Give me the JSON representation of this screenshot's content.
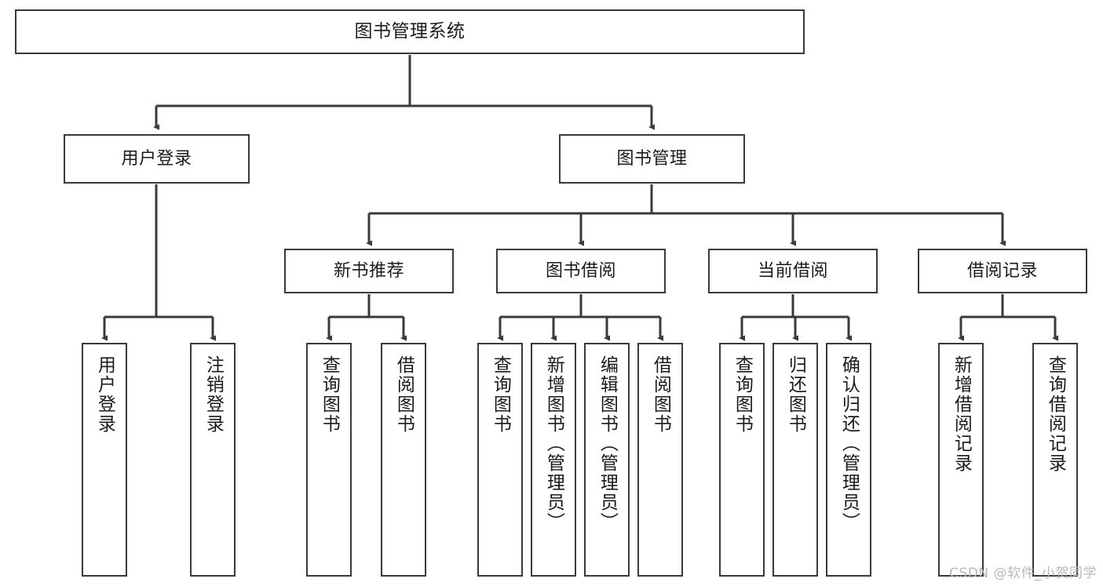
{
  "diagram": {
    "title": "图书管理系统",
    "type": "tree-hierarchy",
    "orientation": "top-down",
    "colors": {
      "box_border": "#3a3a3a",
      "box_fill": "#ffffff",
      "edge": "#3a3a3a",
      "text": "#1b1b1b",
      "watermark": "#b9b9b9",
      "background": "#ffffff"
    },
    "root": {
      "id": "root",
      "label": "图书管理系统"
    },
    "level2": [
      {
        "id": "user-login",
        "label": "用户登录"
      },
      {
        "id": "book-manage",
        "label": "图书管理"
      }
    ],
    "level3": [
      {
        "id": "new-book-recommend",
        "label": "新书推荐",
        "parent": "book-manage"
      },
      {
        "id": "book-borrow",
        "label": "图书借阅",
        "parent": "book-manage"
      },
      {
        "id": "current-borrow",
        "label": "当前借阅",
        "parent": "book-manage"
      },
      {
        "id": "borrow-record",
        "label": "借阅记录",
        "parent": "book-manage"
      }
    ],
    "leaves": [
      {
        "id": "leaf-user-login",
        "label": "用户登录",
        "parent": "user-login"
      },
      {
        "id": "leaf-logout-login",
        "label": "注销登录",
        "parent": "user-login"
      },
      {
        "id": "leaf-query-book-1",
        "label": "查询图书",
        "parent": "new-book-recommend"
      },
      {
        "id": "leaf-borrow-book-1",
        "label": "借阅图书",
        "parent": "new-book-recommend"
      },
      {
        "id": "leaf-query-book-2",
        "label": "查询图书",
        "parent": "book-borrow"
      },
      {
        "id": "leaf-add-book",
        "label": "新增图书（管理员）",
        "parent": "book-borrow"
      },
      {
        "id": "leaf-edit-book",
        "label": "编辑图书（管理员）",
        "parent": "book-borrow"
      },
      {
        "id": "leaf-borrow-book-2",
        "label": "借阅图书",
        "parent": "book-borrow"
      },
      {
        "id": "leaf-query-book-3",
        "label": "查询图书",
        "parent": "current-borrow"
      },
      {
        "id": "leaf-return-book",
        "label": "归还图书",
        "parent": "current-borrow"
      },
      {
        "id": "leaf-confirm-return",
        "label": "确认归还（管理员）",
        "parent": "current-borrow"
      },
      {
        "id": "leaf-add-record",
        "label": "新增借阅记录",
        "parent": "borrow-record"
      },
      {
        "id": "leaf-query-record",
        "label": "查询借阅记录",
        "parent": "borrow-record"
      }
    ],
    "watermark": "CSDN @软件_小贺同学"
  }
}
